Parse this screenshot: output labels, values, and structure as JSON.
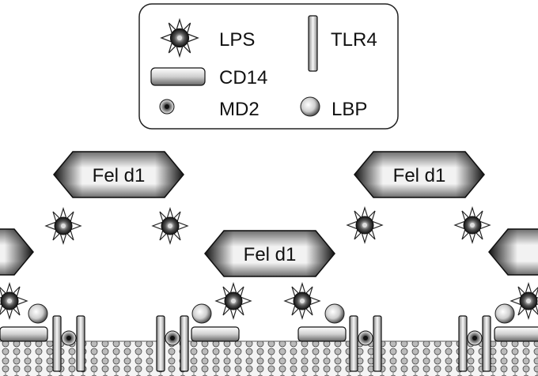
{
  "legend": {
    "items": [
      {
        "key": "lps",
        "label": "LPS",
        "icon": "lps-star-icon"
      },
      {
        "key": "tlr4",
        "label": "TLR4",
        "icon": "tlr4-bar-icon"
      },
      {
        "key": "cd14",
        "label": "CD14",
        "icon": "cd14-rod-icon"
      },
      {
        "key": "md2",
        "label": "MD2",
        "icon": "md2-dot-icon"
      },
      {
        "key": "lbp",
        "label": "LBP",
        "icon": "lbp-sphere-icon"
      }
    ]
  },
  "allergen": {
    "label": "Fel d1"
  },
  "colors": {
    "outline": "#111111",
    "dark": "#1a1a1a",
    "light": "#ffffff",
    "membrane": "#c8c8c8"
  }
}
